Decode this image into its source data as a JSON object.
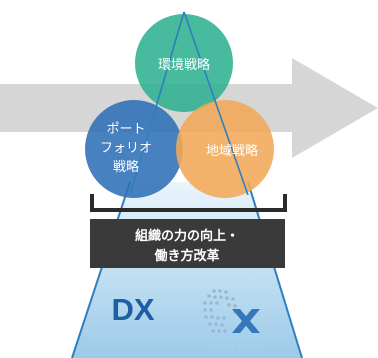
{
  "circles": {
    "environment": {
      "label": "環境戦略",
      "color": "#2fb090"
    },
    "portfolio": {
      "label_lines": [
        "ポート",
        "フォリオ",
        "戦略"
      ],
      "color": "#2f6fb6"
    },
    "region": {
      "label": "地域戦略",
      "color": "#f2a858"
    }
  },
  "foundation": {
    "lines": [
      "組織の力の向上・",
      "働き方改革"
    ],
    "color": "#3a3a3a"
  },
  "dx": {
    "label": "DX",
    "color": "#1e5fa3"
  },
  "colors": {
    "arrow": "#d6d6d6",
    "cone_light": "#eaf4fb",
    "cone_dark": "#9ccbe9",
    "cone_edge": "#2f7ec0",
    "bracket": "#2b2b2b",
    "gear": "#9ab7d6",
    "x_mark": "#3577b8"
  },
  "icons": {
    "dx_logo": "gear-x-icon"
  }
}
